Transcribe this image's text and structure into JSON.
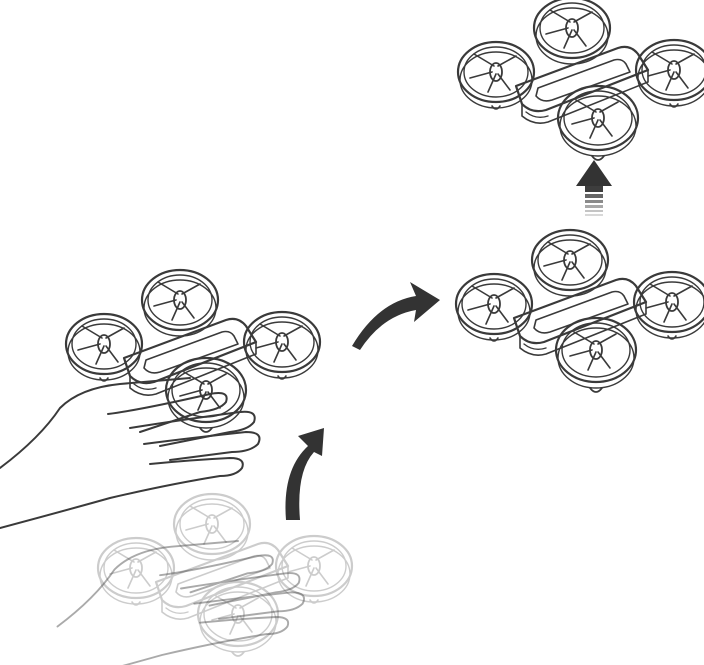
{
  "diagram": {
    "kind": "throw-to-launch illustration",
    "steps": [
      {
        "id": "hand-hold",
        "icon": "hand-icon"
      },
      {
        "id": "hand-toss",
        "icon": "hand-icon"
      },
      {
        "id": "drone-hover",
        "icon": "drone-icon"
      },
      {
        "id": "drone-ascend",
        "icon": "drone-icon"
      }
    ],
    "arrows": [
      {
        "id": "curved-up",
        "icon": "curved-arrow-up-icon"
      },
      {
        "id": "curved-right",
        "icon": "curved-arrow-right-icon"
      },
      {
        "id": "straight-up",
        "icon": "arrow-up-icon"
      }
    ],
    "colors": {
      "line": "#3a3a3a",
      "ghost_line": "#9a9a9a",
      "arrow": "#333333",
      "background": "#ffffff"
    }
  }
}
